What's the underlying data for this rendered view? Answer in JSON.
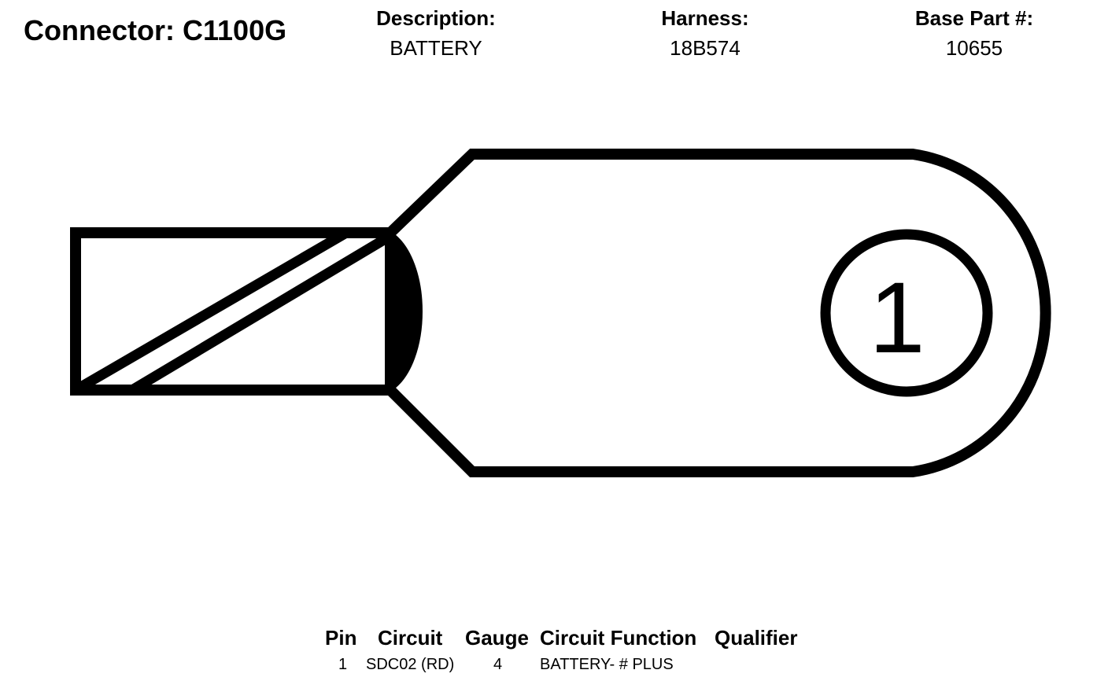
{
  "header": {
    "connector": "Connector: C1100G",
    "description_label": "Description:",
    "description_value": "BATTERY",
    "harness_label": "Harness:",
    "harness_value": "18B574",
    "base_part_label": "Base Part #:",
    "base_part_value": "10655"
  },
  "diagram": {
    "pin_label": "1",
    "stroke_color": "#000000",
    "fill_color": "#ffffff"
  },
  "table": {
    "headers": {
      "pin": "Pin",
      "circuit": "Circuit",
      "gauge": "Gauge",
      "function": "Circuit Function",
      "qualifier": "Qualifier"
    },
    "rows": [
      {
        "pin": "1",
        "circuit": "SDC02 (RD)",
        "gauge": "4",
        "function": "BATTERY- # PLUS",
        "qualifier": ""
      }
    ]
  }
}
